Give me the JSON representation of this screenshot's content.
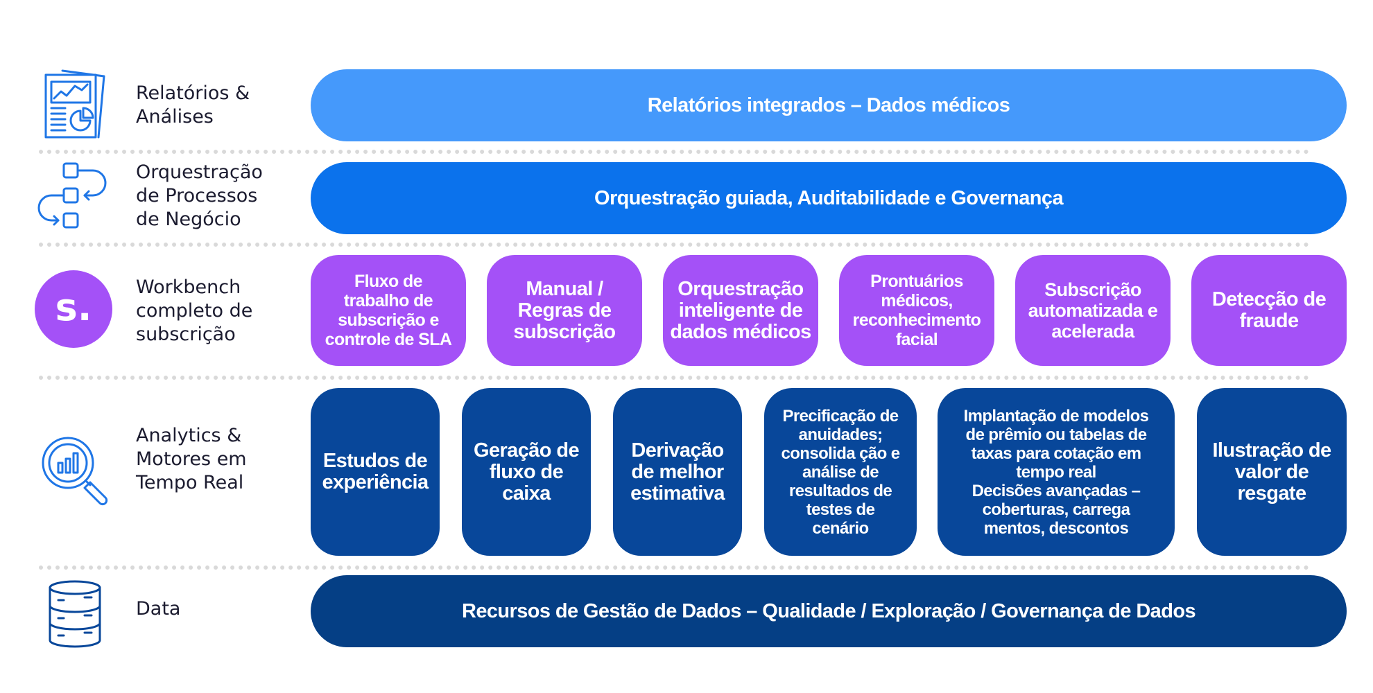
{
  "colors": {
    "reports_bar": "#4599fb",
    "orchestration_bar": "#0b72ec",
    "workbench_boxes": "#a451f7",
    "analytics_boxes": "#08479a",
    "data_bar": "#053f85",
    "icon_stroke": "#1f76e6"
  },
  "rows": {
    "reports": {
      "icon": "report-chart-icon",
      "label": "Relatórios &\nAnálises",
      "bar": "Relatórios integrados – Dados médicos"
    },
    "orchestration": {
      "icon": "process-flow-icon",
      "label": "Orquestração\nde Processos\nde Negócio",
      "bar": "Orquestração guiada, Auditabilidade e Governança"
    },
    "workbench": {
      "icon": "s-logo-icon",
      "icon_letter": "s.",
      "label": "Workbench\ncompleto de\nsubscrição",
      "boxes": [
        "Fluxo de\ntrabalho de\nsubscrição e\ncontrole de SLA",
        "Manual /\nRegras de\nsubscrição",
        "Orquestração\ninteligente de\ndados médicos",
        "Prontuários\nmédicos,\nreconhecimento\nfacial",
        "Subscrição\nautomatizada e\nacelerada",
        "Detecção de\nfraude"
      ]
    },
    "analytics": {
      "icon": "analytics-magnifier-icon",
      "label": "Analytics &\nMotores em\nTempo Real",
      "boxes": [
        "Estudos de\nexperiência",
        "Geração de\nfluxo de\ncaixa",
        "Derivação\nde melhor\nestimativa",
        "Precificação de\nanuidades;\nconsolida ção e\nanálise de\nresultados de\ntestes de\ncenário",
        "Implantação de modelos\nde prêmio ou tabelas de\ntaxas para cotação em\ntempo real\nDecisões avançadas –\ncoberturas, carrega\nmentos, descontos",
        "Ilustração de\nvalor de\nresgate"
      ]
    },
    "data": {
      "icon": "database-icon",
      "label": "Data",
      "bar": "Recursos de Gestão de Dados – Qualidade / Exploração / Governança de Dados"
    }
  }
}
